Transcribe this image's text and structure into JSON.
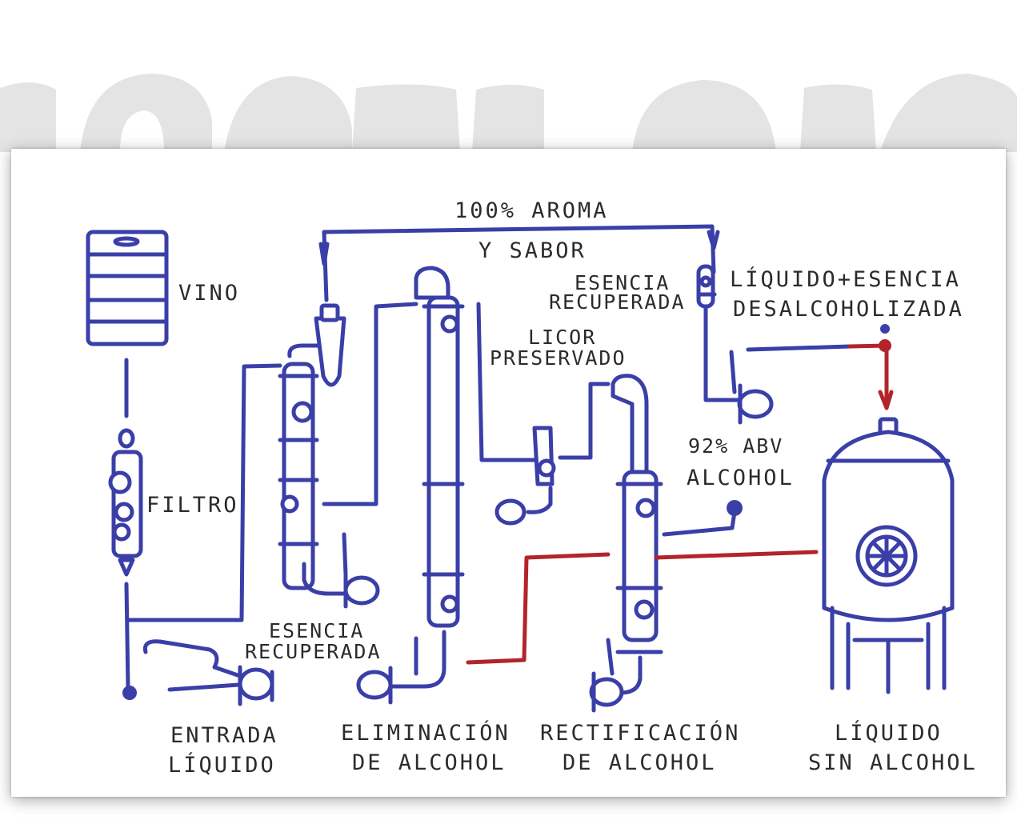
{
  "labels": {
    "aroma_line1": "100% AROMA",
    "aroma_line2": "Y SABOR",
    "vino": "VINO",
    "filtro": "FILTRO",
    "esencia_top_1": "ESENCIA",
    "esencia_top_2": "RECUPERADA",
    "liquido_esencia_1": "LÍQUIDO+ESENCIA",
    "liquido_esencia_2": "DESALCOHOLIZADA",
    "licor_1": "LICOR",
    "licor_2": "PRESERVADO",
    "abv_1": "92% ABV",
    "abv_2": "ALCOHOL",
    "esencia_bottom_1": "ESENCIA",
    "esencia_bottom_2": "RECUPERADA",
    "entrada_1": "ENTRADA",
    "entrada_2": "LÍQUIDO",
    "eliminacion_1": "ELIMINACIÓN",
    "eliminacion_2": "DE ALCOHOL",
    "rectificacion_1": "RECTIFICACIÓN",
    "rectificacion_2": "DE ALCOHOL",
    "sin_alcohol_1": "LÍQUIDO",
    "sin_alcohol_2": "SIN ALCOHOL"
  },
  "colors": {
    "pipe_blue": "#3a3fa8",
    "pipe_red": "#b3242a",
    "text": "#2b2b2b",
    "backdrop_shapes": "#e3e3e3"
  }
}
